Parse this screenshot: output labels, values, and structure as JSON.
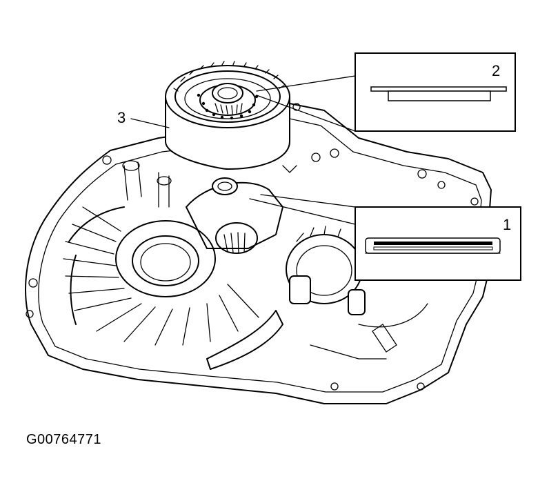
{
  "callouts": {
    "one": "1",
    "two": "2",
    "three": "3"
  },
  "figure_id": "G00764771"
}
